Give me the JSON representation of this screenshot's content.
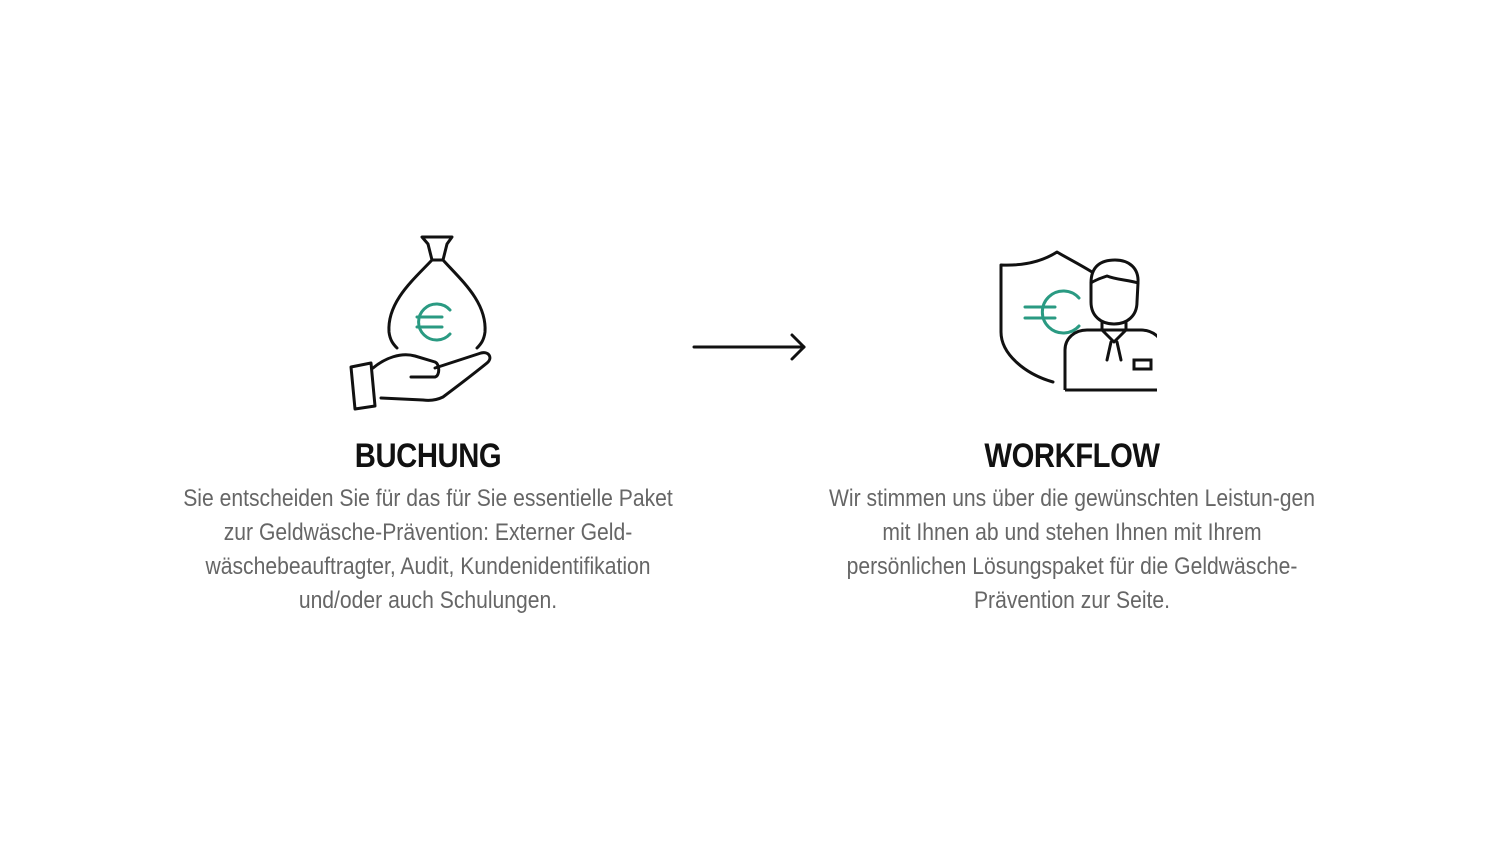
{
  "colors": {
    "accent": "#2a9a82",
    "stroke": "#111111",
    "text": "#666666"
  },
  "steps": [
    {
      "icon": "money-bag-hand-icon",
      "title": "BUCHUNG",
      "description": "Sie entscheiden Sie für das für Sie essentielle Paket zur Geldwäsche-Prävention: Externer Geld-wäschebeauftragter, Audit, Kundenidentifikation und/oder auch Schulungen."
    },
    {
      "icon": "shield-advisor-icon",
      "title": "WORKFLOW",
      "description": "Wir stimmen uns über die gewünschten Leistun-gen mit Ihnen ab und stehen Ihnen mit Ihrem persönlichen Lösungspaket für die Geldwäsche-Prävention zur Seite."
    }
  ],
  "connector": {
    "icon": "arrow-right-icon"
  }
}
